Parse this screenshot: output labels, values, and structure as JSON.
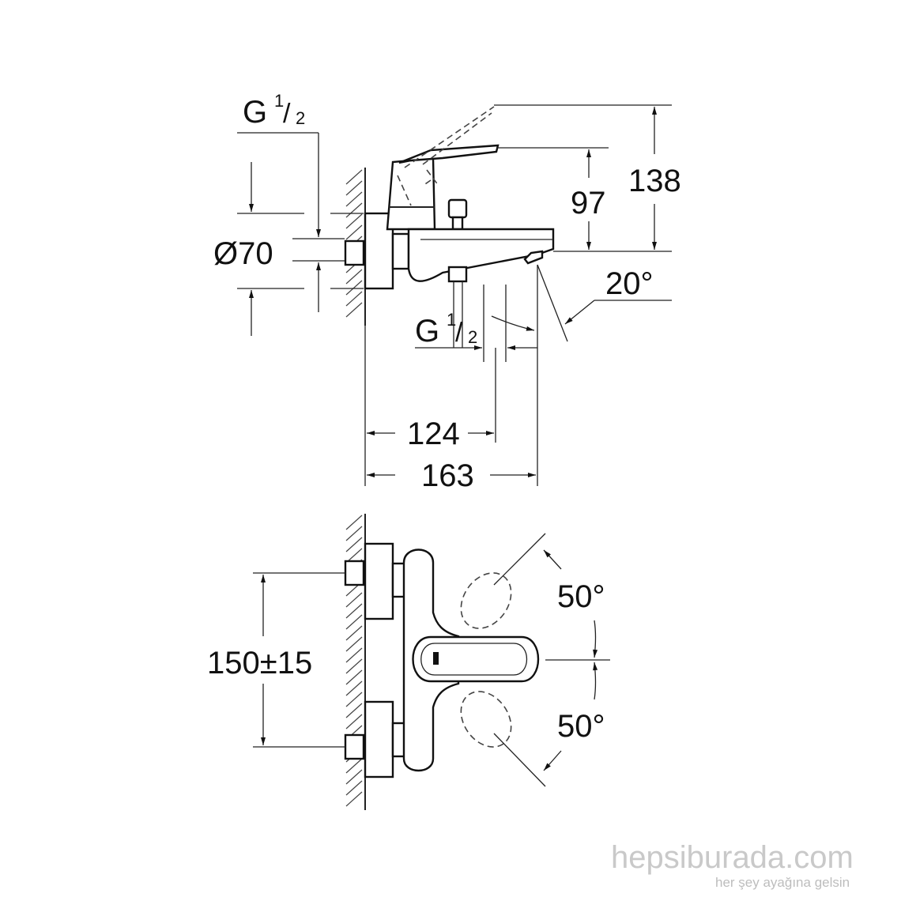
{
  "drawing": {
    "side_view": {
      "inlet_thread": {
        "main": "G",
        "fraction_num": "1",
        "fraction_den": "2"
      },
      "flange_diameter": "Ø70",
      "height_lever": "97",
      "height_total": "138",
      "outlet_angle": "20°",
      "outlet_thread": {
        "main": "G",
        "fraction_num": "1",
        "fraction_den": "2"
      },
      "projection_outlet": "124",
      "projection_total": "163"
    },
    "front_view": {
      "inlet_spacing": "150±15",
      "lever_angle_up": "50°",
      "lever_angle_down": "50°"
    }
  },
  "watermark": {
    "brand": "hepsiburada.com",
    "tagline": "her şey ayağına gelsin"
  }
}
